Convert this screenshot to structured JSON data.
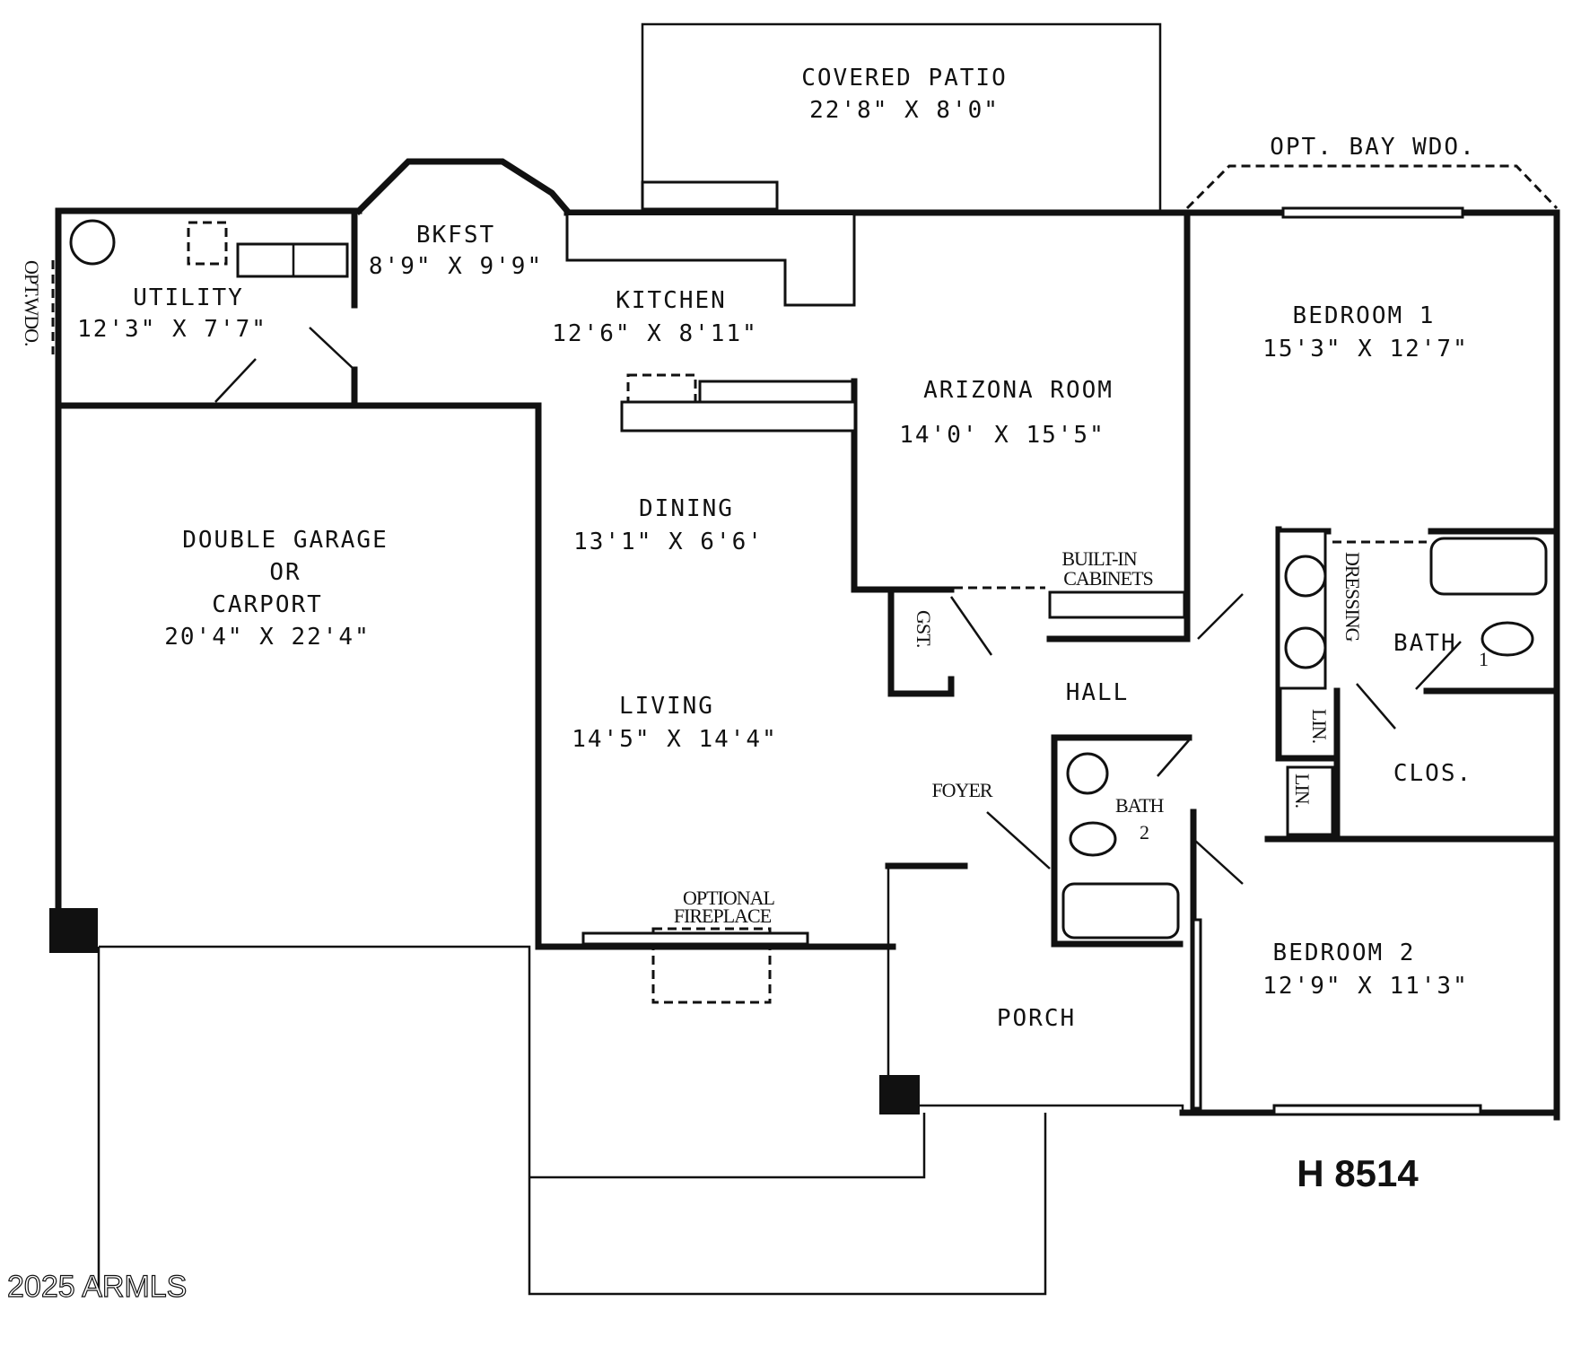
{
  "rooms": {
    "covered_patio": {
      "name": "COVERED PATIO",
      "size": "22'8\" X 8'0\""
    },
    "bkfst": {
      "name": "BKFST",
      "size": "8'9\" X 9'9\""
    },
    "utility": {
      "name": "UTILITY",
      "size": "12'3\" X 7'7\""
    },
    "kitchen": {
      "name": "KITCHEN",
      "size": "12'6\" X 8'11\""
    },
    "arizona_room": {
      "name": "ARIZONA ROOM",
      "size": "14'0' X 15'5\""
    },
    "bedroom1": {
      "name": "BEDROOM 1",
      "size": "15'3\" X 12'7\""
    },
    "garage": {
      "line1": "DOUBLE GARAGE",
      "line2": "OR",
      "line3": "CARPORT",
      "size": "20'4\" X 22'4\""
    },
    "dining": {
      "name": "DINING",
      "size": "13'1\" X 6'6'"
    },
    "living": {
      "name": "LIVING",
      "size": "14'5\" X 14'4\""
    },
    "bedroom2": {
      "name": "BEDROOM 2",
      "size": "12'9\" X 11'3\""
    },
    "porch": {
      "name": "PORCH"
    },
    "hall": {
      "name": "HALL"
    },
    "foyer": {
      "name": "FOYER"
    },
    "bath1": {
      "name": "BATH",
      "num": "1"
    },
    "bath2": {
      "name": "BATH",
      "num": "2"
    },
    "clos": {
      "name": "CLOS."
    }
  },
  "notes": {
    "opt_bay_wdo": "OPT. BAY WDO.",
    "opt_wdo": "OPT.WDO.",
    "built_in": "BUILT-IN",
    "cabinets": "CABINETS",
    "optional": "OPTIONAL",
    "fireplace": "FIREPLACE",
    "gst": "GST.",
    "dressing": "DRESSING",
    "lin": "LIN."
  },
  "plan_code": "H 8514",
  "copyright": "2025 ARMLS"
}
